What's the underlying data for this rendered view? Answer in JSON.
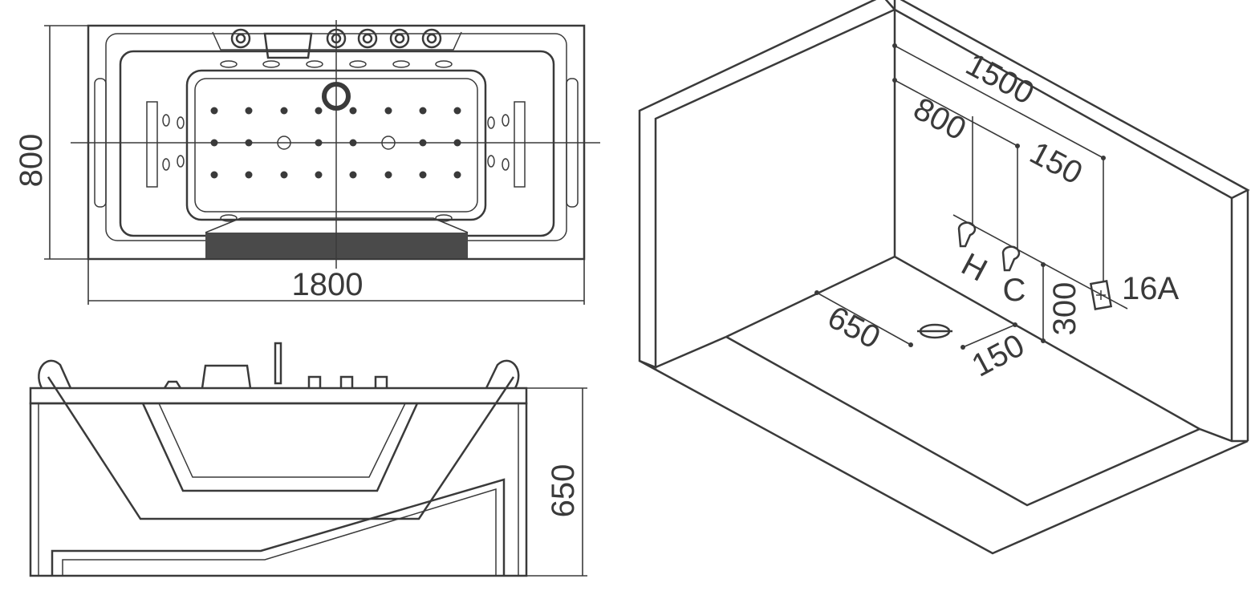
{
  "top_view": {
    "width_label": "1800",
    "depth_label": "800"
  },
  "side_view": {
    "height_label": "650"
  },
  "installation_view": {
    "wall_length_label": "1500",
    "hot_tap_offset_label": "800",
    "tap_spacing_label": "150",
    "hot_label": "H",
    "cold_label": "C",
    "tap_height_label": "300",
    "power_label": "16A",
    "drain_offset_label": "650",
    "drain_wall_offset_label": "150"
  },
  "colors": {
    "line": "#3a3a3a",
    "panel": "#4a4a4a"
  }
}
